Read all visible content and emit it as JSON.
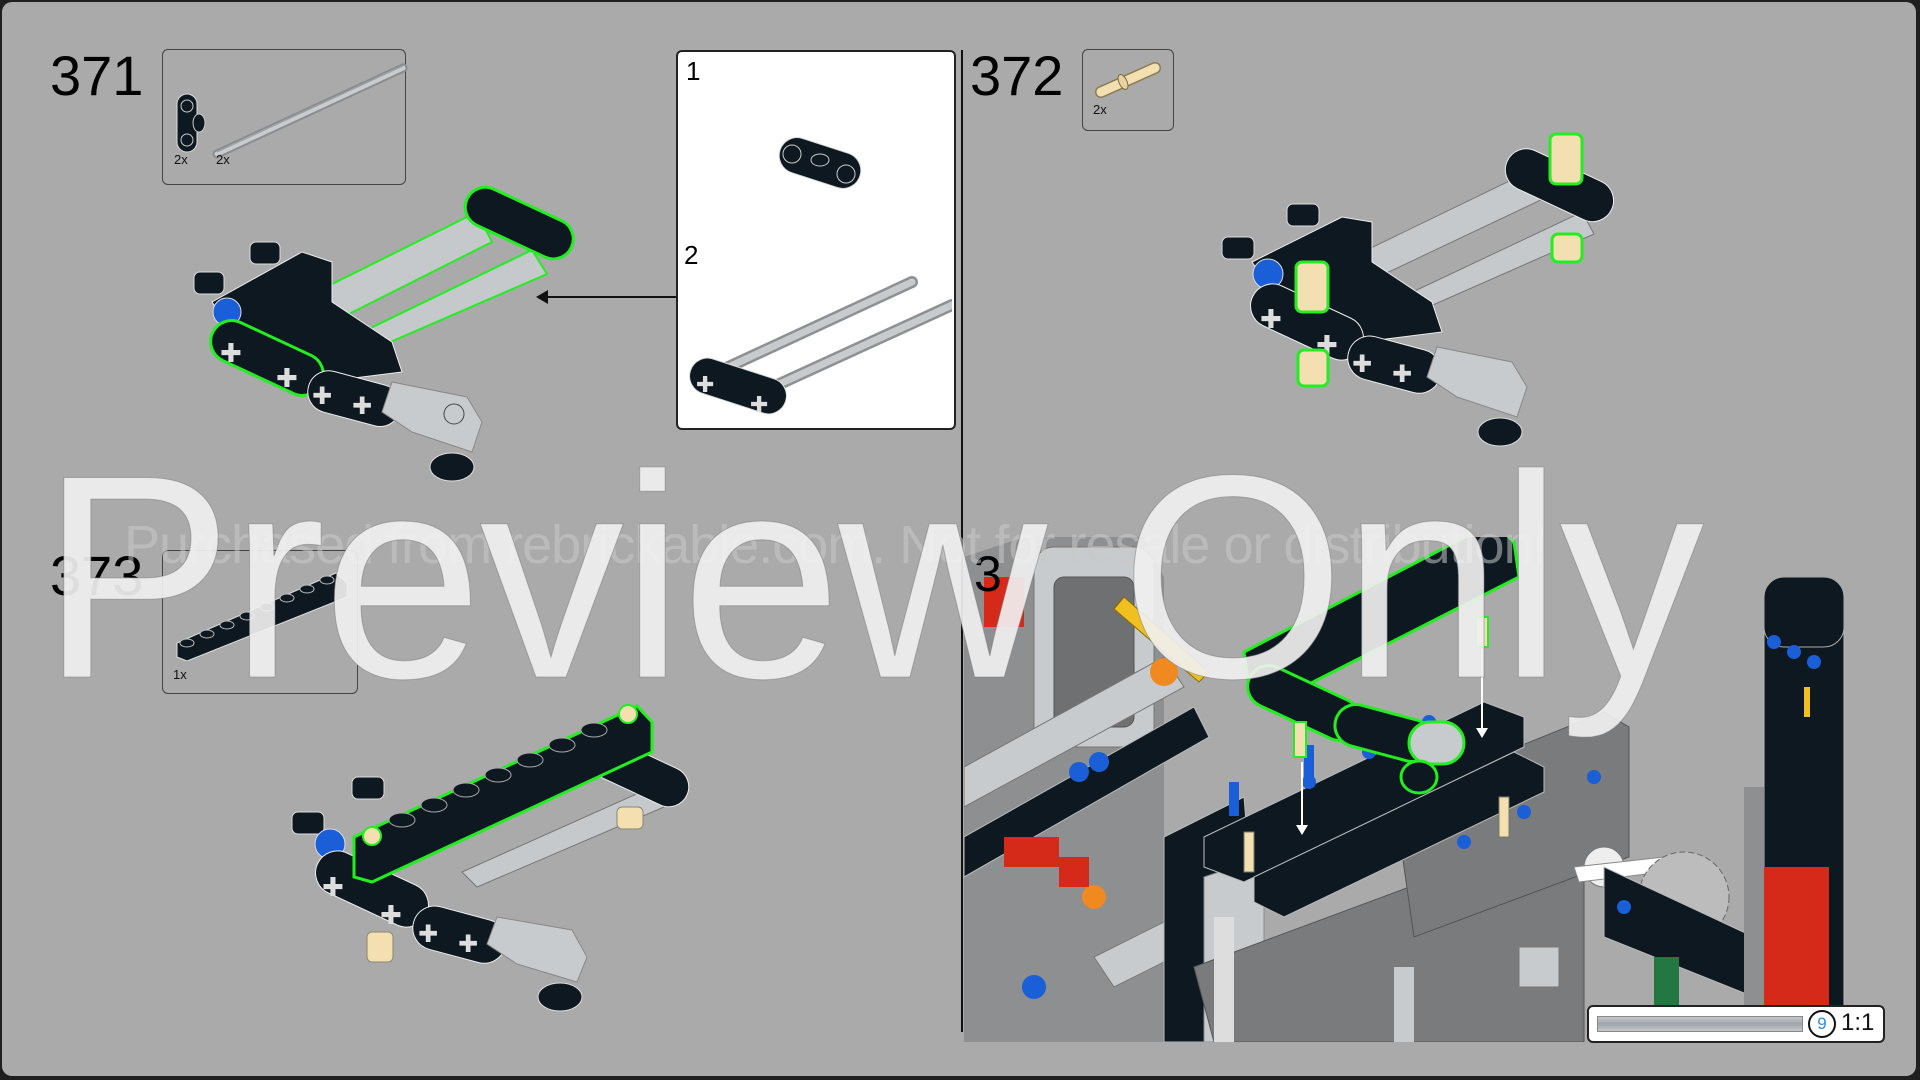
{
  "page": {
    "background": "#aaaaaa",
    "highlight_color": "#22ee22"
  },
  "steps": [
    {
      "number": "371",
      "parts": [
        {
          "name": "Axle connector double (black)",
          "qty": "2x"
        },
        {
          "name": "Axle 8 (light gray)",
          "qty": "2x"
        }
      ]
    },
    {
      "number": "372",
      "parts": [
        {
          "name": "Pin long with friction (tan)",
          "qty": "2x"
        }
      ]
    },
    {
      "number": "373",
      "parts": [
        {
          "name": "Beam 9 (black)",
          "qty": "1x"
        }
      ]
    },
    {
      "number": "3",
      "note": "partially visible step number behind watermark"
    }
  ],
  "callout": {
    "substeps": [
      {
        "number": "1"
      },
      {
        "number": "2"
      }
    ]
  },
  "scale_indicator": {
    "circle_number": "9",
    "ratio": "1:1"
  },
  "watermark": {
    "main": "Preview Only",
    "sub": "Purchased from rebrickable.com. Not for resale or distribution!"
  }
}
